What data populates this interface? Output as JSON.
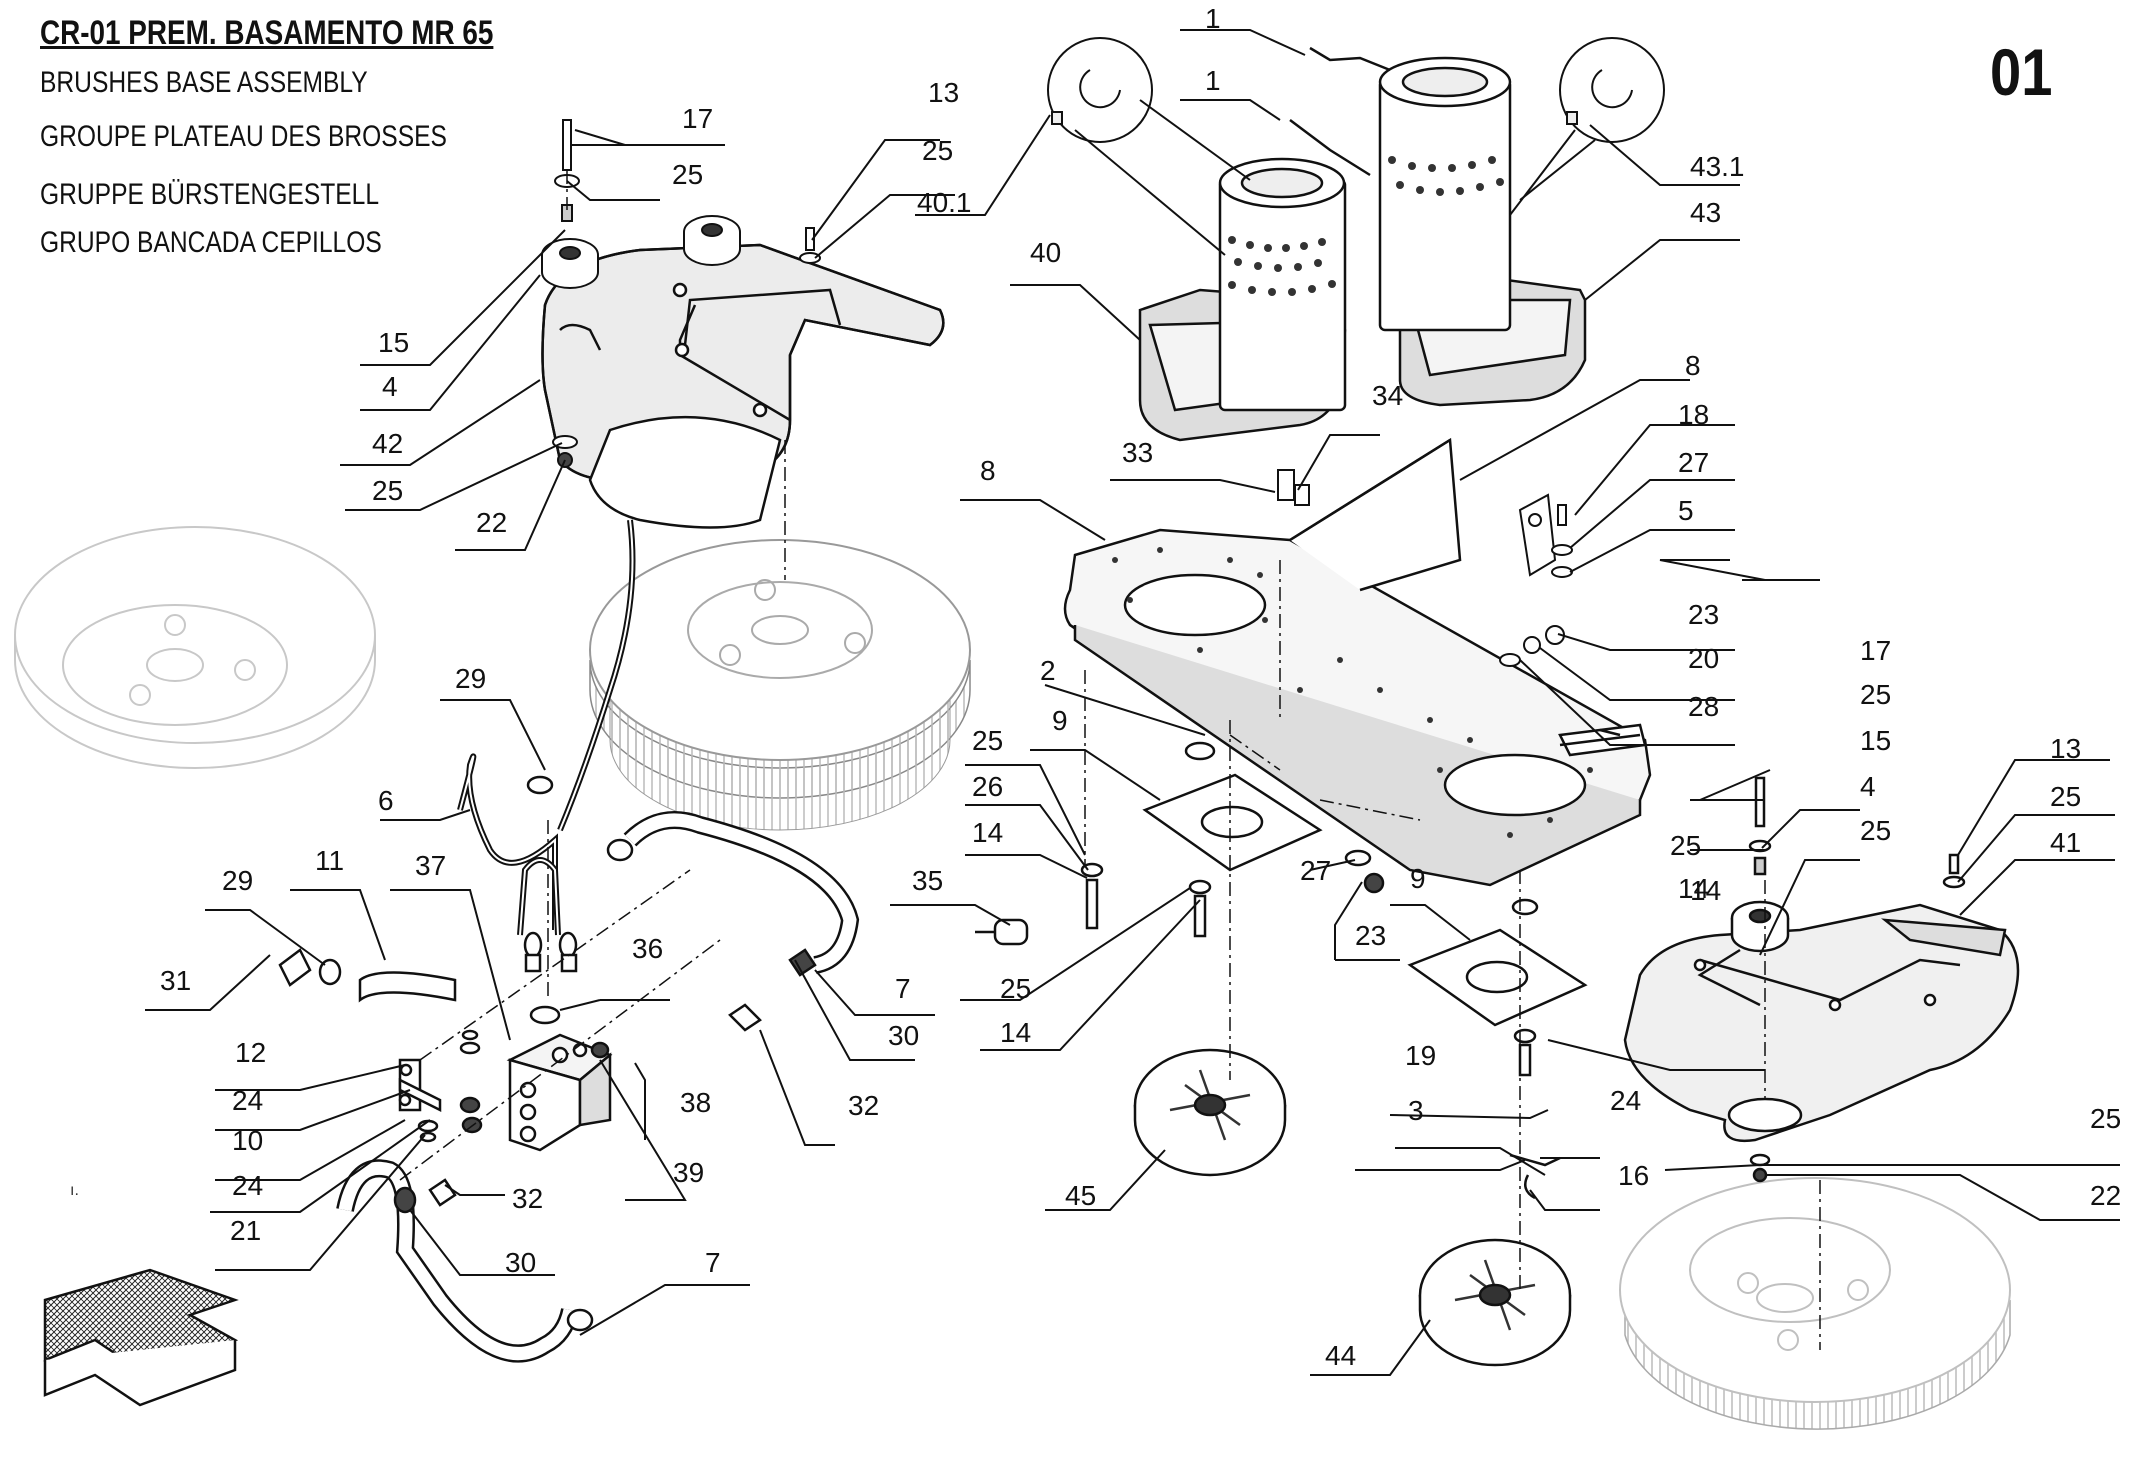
{
  "title": {
    "code": "CR-01 PREM. BASAMENTO MR 65",
    "english": "BRUSHES BASE ASSEMBLY",
    "french": "GROUPE PLATEAU DES BROSSES",
    "german": "GRUPPE BÜRSTENGESTELL",
    "spanish": "GRUPO BANCADA CEPILLOS"
  },
  "page_number": "01",
  "stray_mark": "ı.",
  "callouts": [
    "1",
    "1",
    "43.1",
    "43",
    "40.1",
    "40",
    "8",
    "8",
    "18",
    "27",
    "5",
    "34",
    "33",
    "17",
    "13",
    "25",
    "25",
    "15",
    "4",
    "42",
    "25",
    "22",
    "23",
    "20",
    "28",
    "2",
    "9",
    "25",
    "26",
    "14",
    "35",
    "25",
    "14",
    "14",
    "27",
    "23",
    "9",
    "17",
    "25",
    "15",
    "4",
    "25",
    "13",
    "25",
    "41",
    "25",
    "14",
    "19",
    "24",
    "3",
    "16",
    "25",
    "22",
    "45",
    "44",
    "29",
    "6",
    "29",
    "11",
    "37",
    "31",
    "36",
    "12",
    "24",
    "10",
    "24",
    "21",
    "32",
    "30",
    "7",
    "30",
    "38",
    "39",
    "32",
    "7"
  ]
}
